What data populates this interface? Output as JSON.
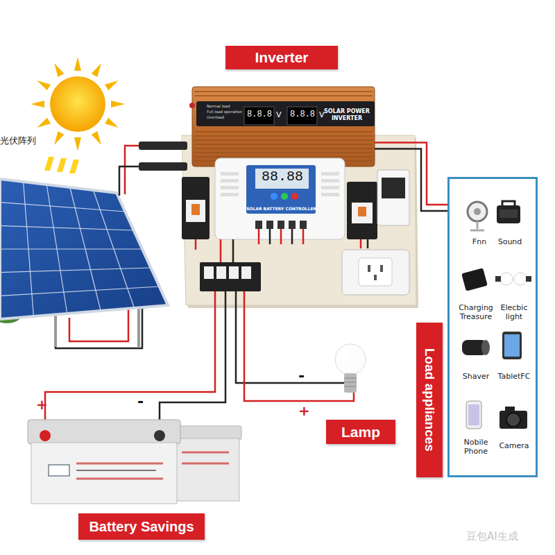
{
  "diagram": {
    "nodes": [
      {
        "text": [
          "Inverter"
        ]
      },
      {
        "text": [
          "SOLAR POWER INVERTER"
        ]
      },
      {
        "text": [
          "SOLAR BATTERY CONTROLLER"
        ]
      },
      {
        "text": [
          "Fnn",
          "Sound",
          "Charging Treasure",
          "Elecbic light",
          "Shaver",
          "TabletFC",
          "Nobile Phone",
          "Camera"
        ]
      },
      {
        "text": [
          "Load appliances"
        ]
      },
      {
        "text": [
          "Lamp"
        ]
      },
      {
        "text": [
          "Battery Savings"
        ]
      }
    ],
    "edges": [
      {
        "from": 1,
        "to": 3,
        "arrow": "none"
      }
    ],
    "labels": [
      "光伏阵列",
      "Normal load",
      "Full load operation",
      "Overload",
      "8.8.8",
      "V",
      "8.8.8",
      "V",
      "88.88",
      "+",
      "-",
      "-",
      "+",
      "豆包AI生成"
    ]
  }
}
